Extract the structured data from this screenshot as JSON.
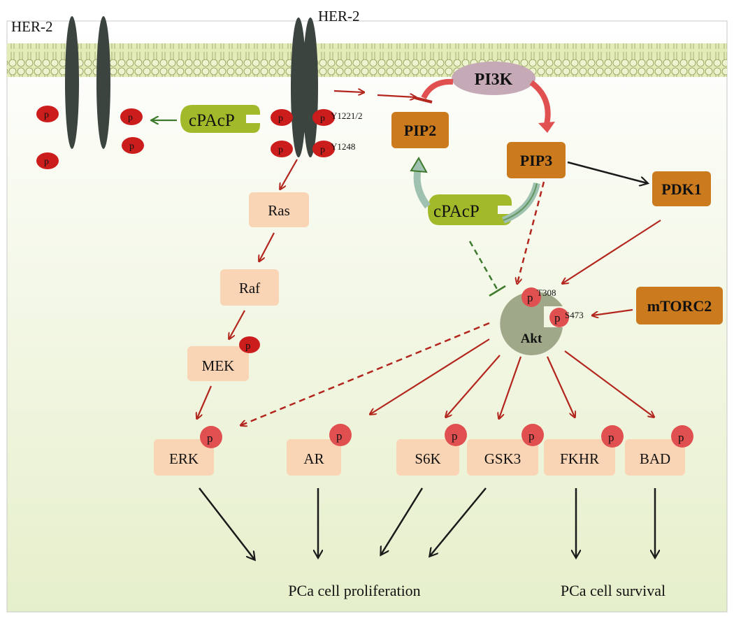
{
  "labels": {
    "her2_left": "HER-2",
    "her2_right": "HER-2",
    "pi3k": "PI3K",
    "pip2": "PIP2",
    "pip3": "PIP3",
    "pdk1": "PDK1",
    "mtorc2": "mTORC2",
    "cpacp_top": "cPAcP",
    "cpacp_mid": "cPAcP",
    "akt": "Akt",
    "ras": "Ras",
    "raf": "Raf",
    "mek": "MEK",
    "erk": "ERK",
    "ar": "AR",
    "s6k": "S6K",
    "gsk3": "GSK3",
    "fkhr": "FKHR",
    "bad": "BAD",
    "p": "p",
    "y1221": "Y1221/2",
    "y1248": "Y1248",
    "t308": "T308",
    "s473": "S473",
    "proliferation": "PCa cell proliferation",
    "survival": "PCa cell survival"
  },
  "colors": {
    "membrane": "#dfe8b0",
    "receptor": "#3c4440",
    "phospho": "#cc1d1d",
    "phospho_light": "#e05050",
    "orange_box": "#cb7b1d",
    "peach_box": "#fad5b5",
    "cpacp": "#a2b92a",
    "pi3k": "#c6a9b6",
    "akt": "#9fa98a",
    "red_arrow": "#b3261e",
    "green_arrow": "#3d7a2c",
    "black_arrow": "#1a1a1a"
  }
}
